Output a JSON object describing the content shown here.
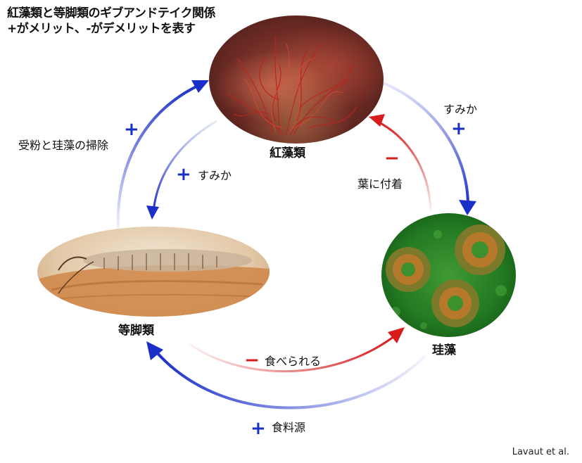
{
  "title": {
    "line1": "紅藻類と等脚類のギブアンドテイク関係",
    "line2": "+がメリット、-がデメリットを表す"
  },
  "nodes": {
    "red_algae": "紅藻類",
    "isopod": "等脚類",
    "diatom": "珪藻"
  },
  "relations": {
    "isopod_to_algae": {
      "sign": "+",
      "label": "受粉と珪藻の掃除"
    },
    "algae_to_isopod": {
      "sign": "+",
      "label": "すみか"
    },
    "algae_to_diatom": {
      "sign": "+",
      "label": "すみか"
    },
    "diatom_to_algae": {
      "sign": "−",
      "label": "葉に付着"
    },
    "isopod_to_diatom": {
      "sign": "−",
      "label": "食べられる"
    },
    "diatom_to_isopod": {
      "sign": "+",
      "label": "食料源"
    }
  },
  "credit": "Lavaut et al.",
  "colors": {
    "positive": "#1a2fc8",
    "negative": "#d81b1b"
  }
}
